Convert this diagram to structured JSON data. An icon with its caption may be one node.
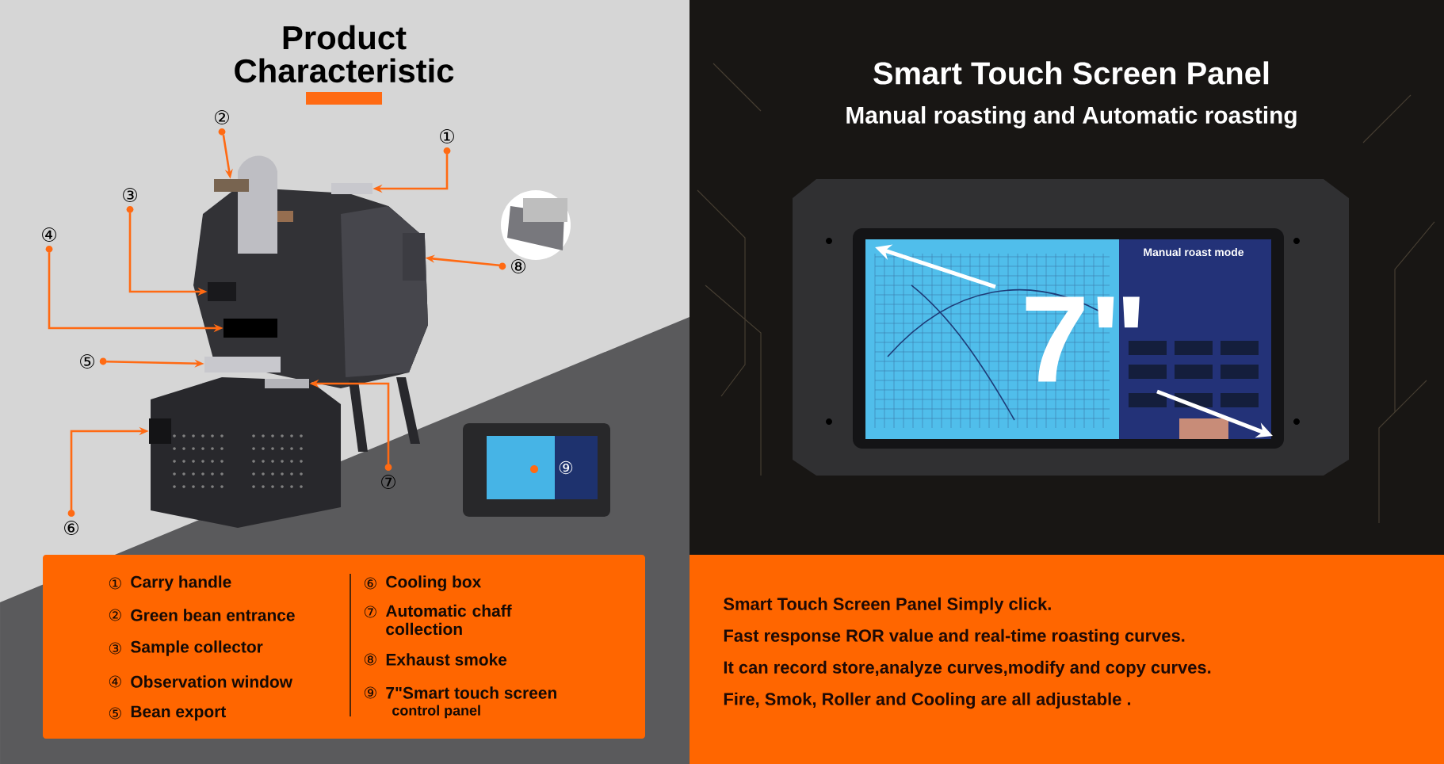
{
  "diagram": {
    "title": "Product Characteristic",
    "nodes": [
      {
        "text": [
          "①"
        ]
      },
      {
        "text": [
          "②"
        ]
      },
      {
        "text": [
          "③"
        ]
      },
      {
        "text": [
          "④"
        ]
      },
      {
        "text": [
          "⑤"
        ]
      },
      {
        "text": [
          "⑥"
        ]
      },
      {
        "text": [
          "⑦"
        ]
      },
      {
        "text": [
          "⑧"
        ]
      },
      {
        "text": [],
        "shape": "box"
      },
      {
        "text": [],
        "shape": "box"
      },
      {
        "text": [],
        "shape": "box"
      },
      {
        "text": [],
        "shape": "box"
      },
      {
        "text": [],
        "shape": "box"
      },
      {
        "text": [],
        "shape": "box"
      },
      {
        "text": [],
        "shape": "box"
      },
      {
        "text": [],
        "shape": "box"
      }
    ],
    "edges": [
      {
        "from": 0,
        "to": 8,
        "arrow": "to"
      },
      {
        "from": 1,
        "to": 9,
        "arrow": "to"
      },
      {
        "from": 2,
        "to": 10,
        "arrow": "to"
      },
      {
        "from": 3,
        "to": 11,
        "arrow": "to"
      },
      {
        "from": 4,
        "to": 12,
        "arrow": "to"
      },
      {
        "from": 5,
        "to": 13,
        "arrow": "to"
      },
      {
        "from": 6,
        "to": 14,
        "arrow": "to"
      },
      {
        "from": 7,
        "to": 15,
        "arrow": "to"
      }
    ],
    "labels": [
      "⑨",
      "①",
      "Carry handle",
      "⑥",
      "Cooling box",
      "②",
      "Green bean entrance",
      "⑦",
      "Automatic chaff collection",
      "③",
      "Sample collector",
      "⑧",
      "Exhaust smoke",
      "④",
      "Observation window",
      "⑨",
      "7\"Smart touch screen",
      "⑤",
      "Bean export",
      "control panel",
      "Smart Touch Screen Panel",
      "Manual roasting and Automatic roasting",
      "Manual roast mode",
      "7\"",
      "Smart Touch Screen Panel  Simply click.",
      "Fast response ROR value and real-time roasting curves.",
      "It can record store,analyze curves,modify and copy curves.",
      "Fire, Smok, Roller and Cooling are all adjustable ."
    ]
  }
}
